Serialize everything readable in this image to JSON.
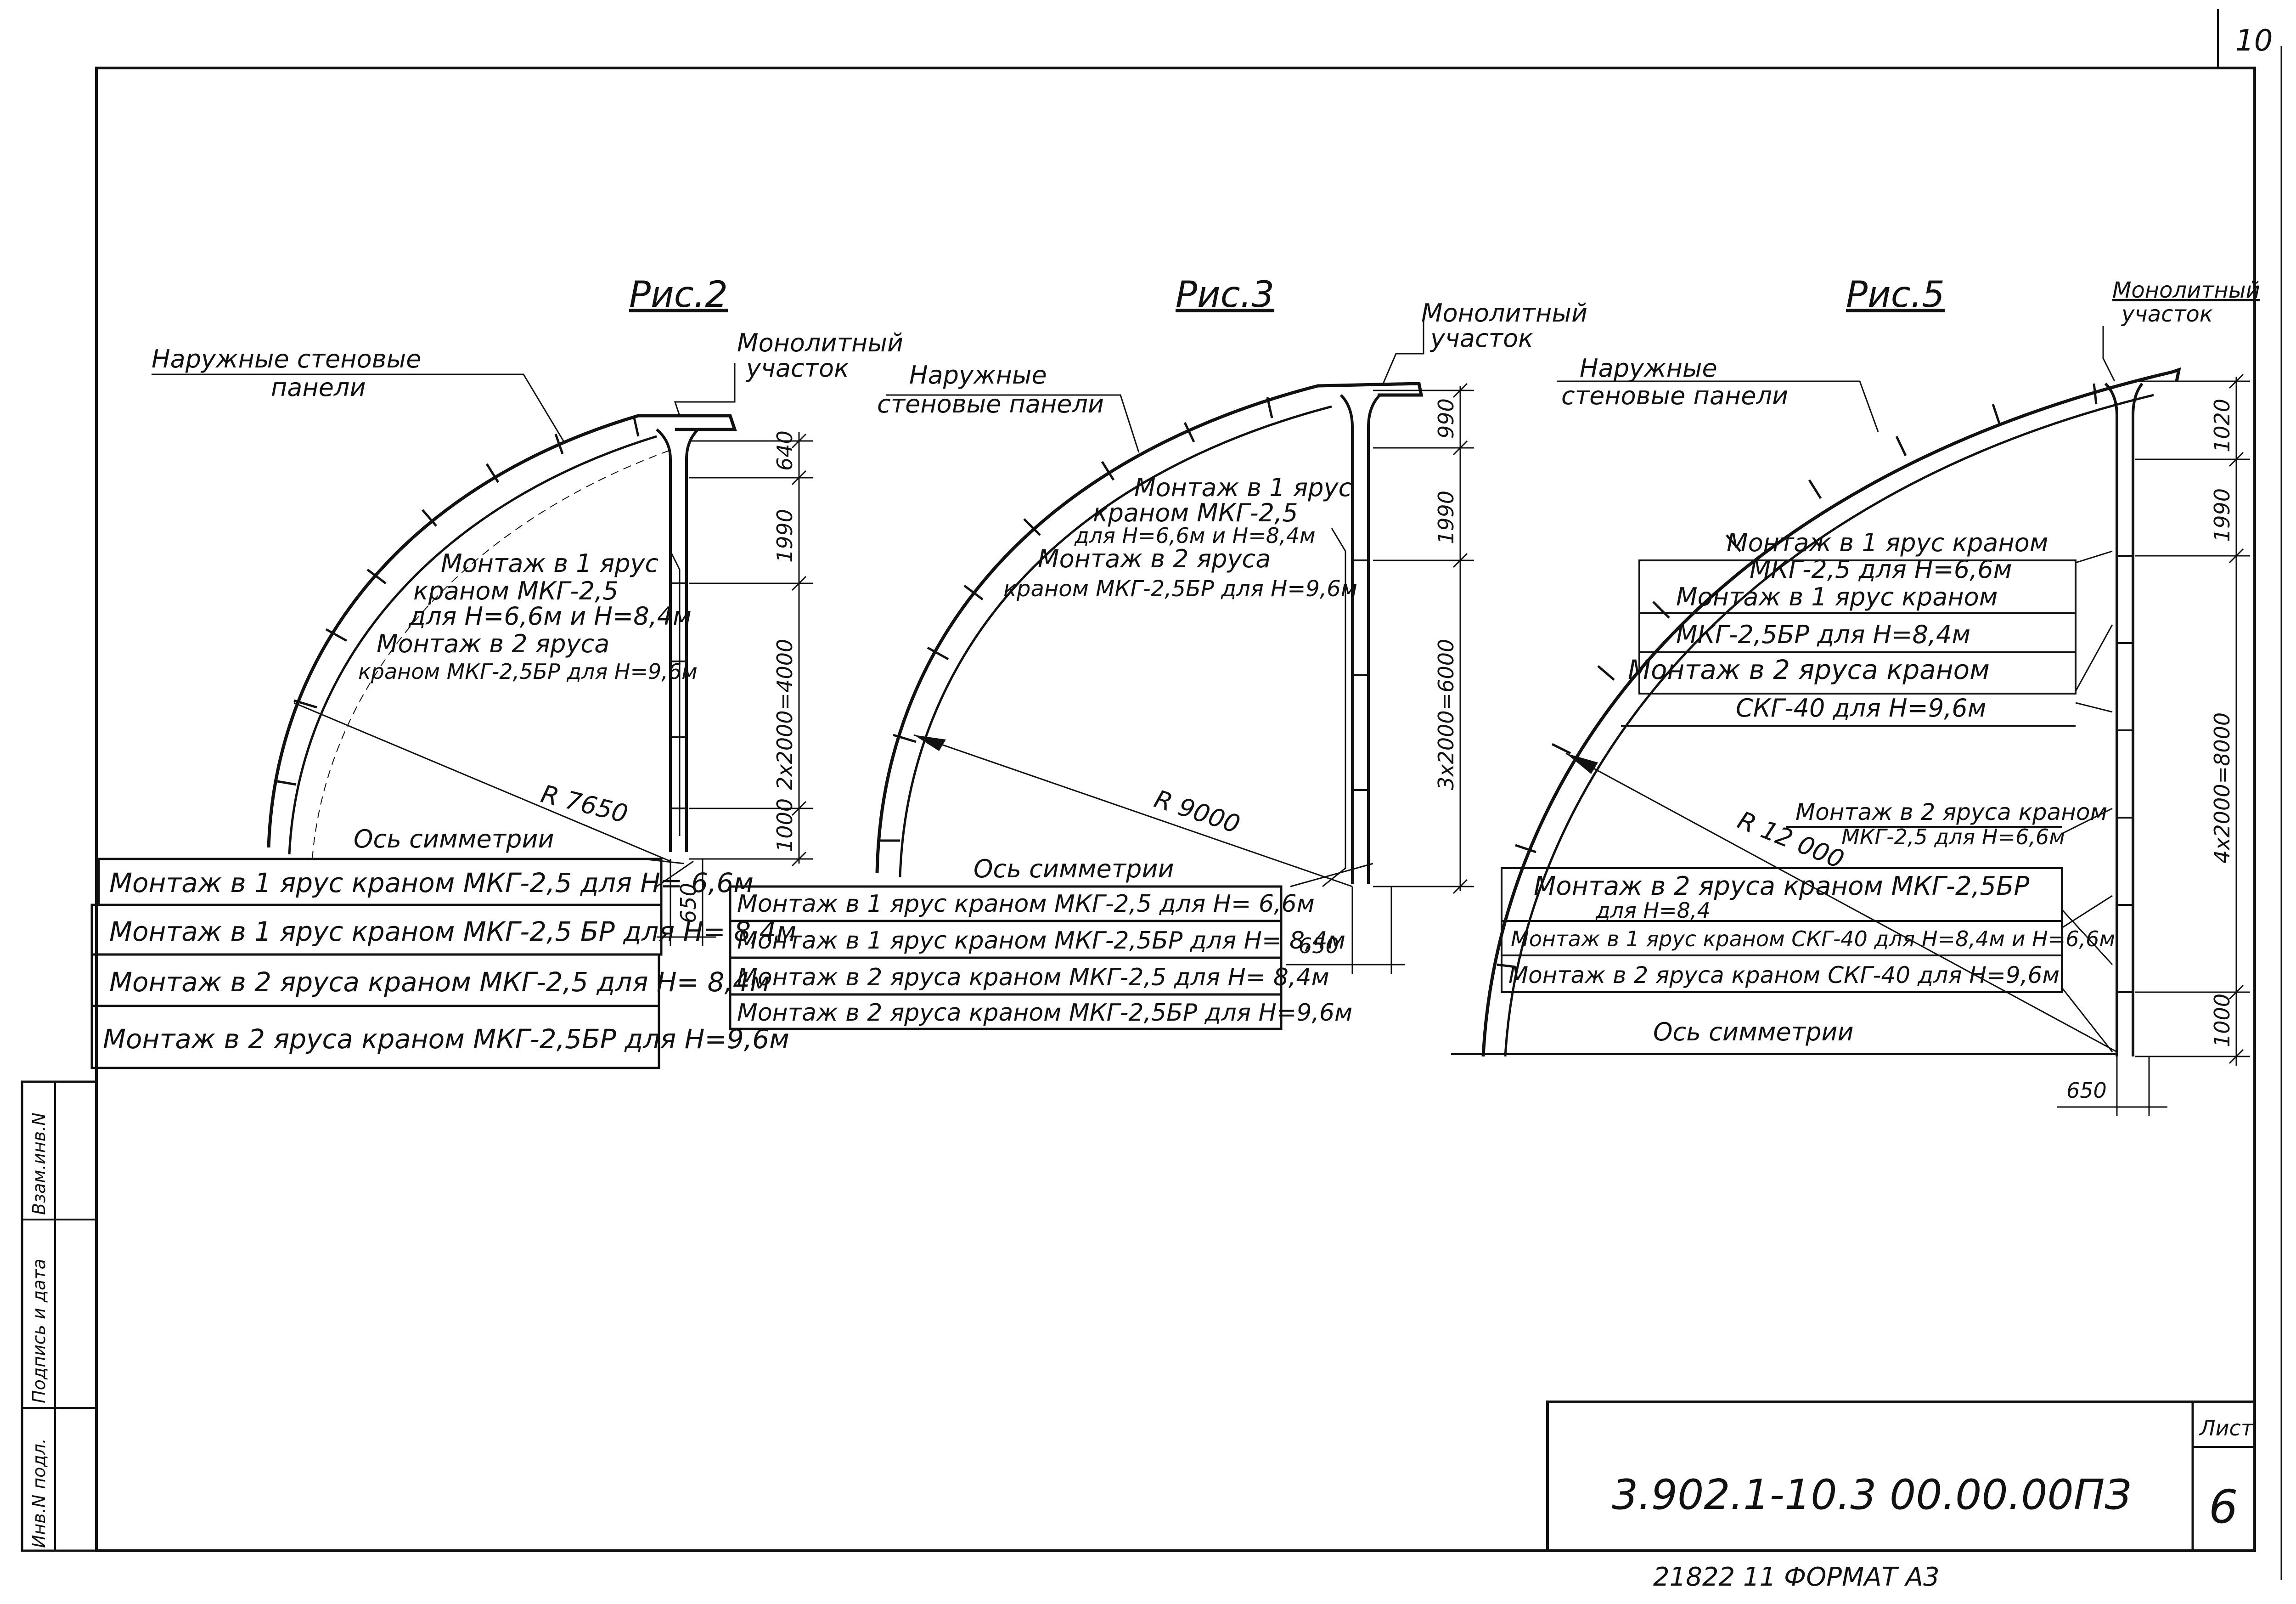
{
  "sheet": {
    "top_number": "10",
    "code": "3.902.1-10.3  00.00.00ПЗ",
    "list_label": "Лист",
    "list_number": "6",
    "bottom_note": "21822    11      ФОРМАТ    А3"
  },
  "side_stamp": {
    "row1": "Инв.N подл.",
    "row2": "Подпись и дата",
    "row3": "Взам.инв.N"
  },
  "fig2": {
    "title": "Рис.2",
    "wall_label_1": "Наружные   стеновые",
    "wall_label_2": "панели",
    "mono_1": "Монолитный",
    "mono_2": "участок",
    "mount_1": "Монтаж в 1 ярус",
    "mount_2": "краном МКГ-2,5",
    "mount_3": "для H=6,6м и H=8,4м",
    "mount_4": "Монтаж в 2 яруса",
    "mount_5": "краном МКГ-2,5БР для H=9,6м",
    "radius": "R 7650",
    "axis": "Ось симметрии",
    "dim_640": "640",
    "dim_1990": "1990",
    "dim_main": "2x2000=4000",
    "dim_1000": "1000",
    "dim_650": "650",
    "rows": [
      "Монтаж в 1 ярус краном МКГ-2,5 для H= 6,6м",
      "Монтаж в 1 ярус краном МКГ-2,5 БР для H= 8,4м",
      "Монтаж в 2 яруса краном МКГ-2,5 для H= 8,4м",
      "Монтаж в 2 яруса краном МКГ-2,5БР для H=9,6м"
    ]
  },
  "fig3": {
    "title": "Рис.3",
    "mono_1": "Монолитный",
    "mono_2": "участок",
    "wall_label_1": "Наружные",
    "wall_label_2": "стеновые панели",
    "mount_1": "Монтаж в 1 ярус",
    "mount_2": "краном  МКГ-2,5",
    "mount_3": "для H=6,6м и H=8,4м",
    "mount_4": "Монтаж в 2 яруса",
    "mount_5": "краном МКГ-2,5БР для H=9,6м",
    "radius": "R 9000",
    "axis": "Ось симметрии",
    "dim_990": "990",
    "dim_1990": "1990",
    "dim_main": "3x2000=6000",
    "dim_650": "650",
    "rows": [
      "Монтаж в 1 ярус краном МКГ-2,5 для H= 6,6м",
      "Монтаж в 1 ярус краном МКГ-2,5БР для H= 8,4м",
      "Монтаж в 2 яруса краном МКГ-2,5 для H= 8,4м",
      "Монтаж в 2 яруса краном МКГ-2,5БР для H=9,6м"
    ]
  },
  "fig5": {
    "title": "Рис.5",
    "mono_1": "Монолитный",
    "mono_2": "участок",
    "wall_label_1": "Наружные",
    "wall_label_2": "стеновые панели",
    "block_rows": [
      "Монтаж в 1 ярус краном",
      "МКГ-2,5 для  H=6,6м",
      "Монтаж в 1 ярус краном",
      "МКГ-2,5БР  для H=8,4м",
      "Монтаж в 2 яруса краном",
      "СКГ-40  для  H=9,6м"
    ],
    "radius": "R 12 000",
    "mount_a": "Монтаж в 2 яруса краном",
    "mount_b": "МКГ-2,5 для H=6,6м",
    "rows": [
      "Монтаж в 2 яруса  краном МКГ-2,5БР",
      "для  H=8,4",
      "Монтаж в 1 ярус краном СКГ-40 для H=8,4м и H=6,6м",
      "Монтаж в 2 яруса краном СКГ-40 для H=9,6м"
    ],
    "axis": "Ось симметрии",
    "dim_1020": "1020",
    "dim_1990": "1990",
    "dim_main": "4x2000=8000",
    "dim_1000": "1000",
    "dim_650": "650"
  }
}
